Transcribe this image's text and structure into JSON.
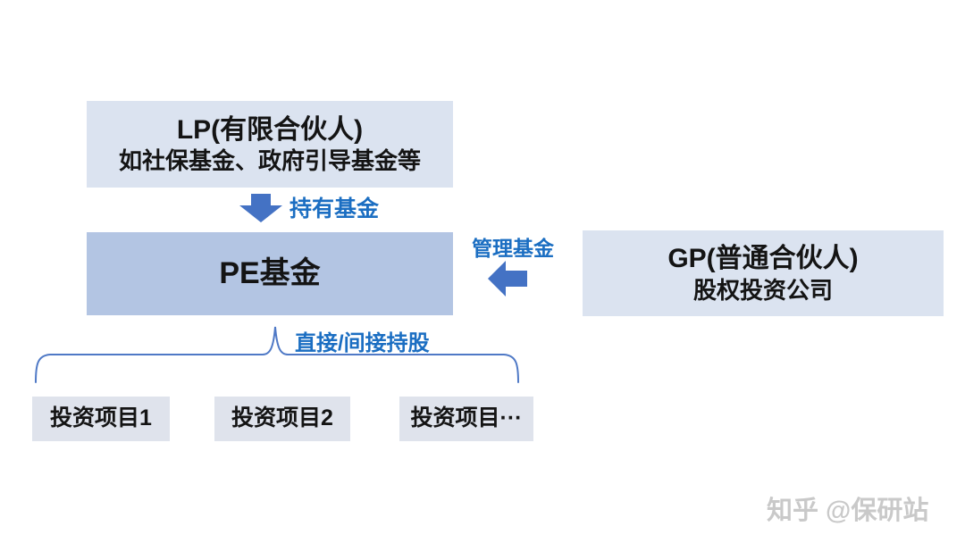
{
  "colors": {
    "accent_blue": "#4472c4",
    "label_blue": "#1b6ec2",
    "box_light_blue": "#dbe3f0",
    "box_medium_blue": "#b3c5e3",
    "box_gray_blue": "#dfe3ec",
    "text_black": "#141414",
    "watermark_gray": "#c9c9c9",
    "background": "#ffffff"
  },
  "diagram": {
    "lp_box": {
      "title": "LP(有限合伙人)",
      "subtitle": "如社保基金、政府引导基金等"
    },
    "arrow_lp_to_pe": {
      "label": "持有基金",
      "direction": "down"
    },
    "pe_box": {
      "title": "PE基金"
    },
    "arrow_gp_to_pe": {
      "label": "管理基金",
      "direction": "left"
    },
    "gp_box": {
      "title": "GP(普通合伙人)",
      "subtitle": "股权投资公司"
    },
    "brace": {
      "label": "直接/间接持股"
    },
    "projects": [
      {
        "label": "投资项目1"
      },
      {
        "label": "投资项目2"
      },
      {
        "label": "投资项目···"
      }
    ]
  },
  "watermark": {
    "text": "知乎 @保研站"
  }
}
